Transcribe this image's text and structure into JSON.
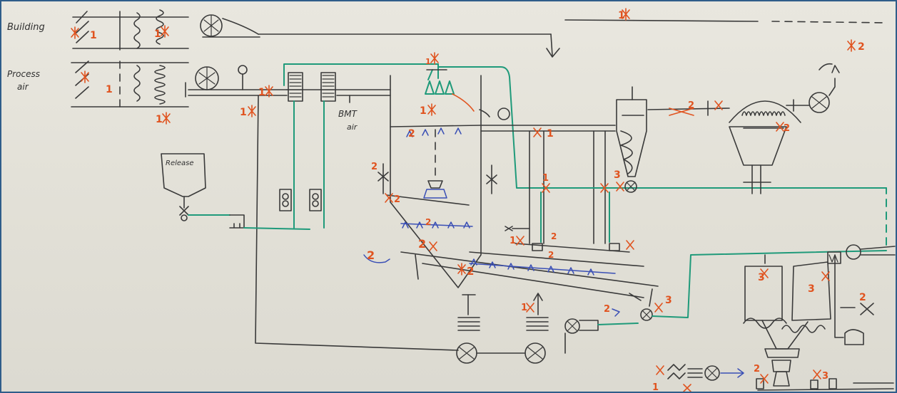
{
  "labels": {
    "building": "Building",
    "process_air": "Process",
    "process_air_2": "air",
    "bmt_air": "BMT",
    "bmt_air_2": "air",
    "release": "Release"
  },
  "markers": {
    "m_top": "1",
    "m_top_right": "2",
    "m_building_1": "1",
    "m_building_2": "1",
    "m_process_1": "1",
    "m_process_2": "1",
    "m_process_3": "1",
    "m_heater": "1",
    "m_spray_top": "1",
    "m_spray": "1",
    "m_chamber_2a": "2",
    "m_chamber_2b": "2",
    "m_chamber_2c": "2",
    "m_chamber_2d": "2",
    "m_chamber_2e": "2",
    "m_fines_2": "2",
    "m_valve_2": "2",
    "m_fb_1": "1",
    "m_fb_2": "2",
    "m_fb_2b": "2",
    "m_duct_1": "1",
    "m_duct_1b": "1",
    "m_cyclone_3": "3",
    "m_cyclone_2": "2",
    "m_filter_2": "2",
    "m_valve_3": "3",
    "m_silo_3a": "3",
    "m_silo_3b": "3",
    "m_silo_2": "2",
    "m_heater_low_1": "1",
    "m_pack_1": "1",
    "m_pack_2": "2",
    "m_pack_3": "3"
  }
}
